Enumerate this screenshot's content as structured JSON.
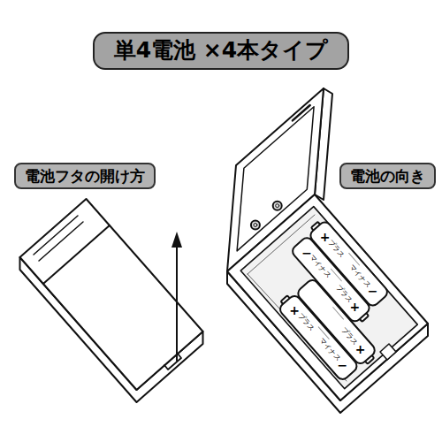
{
  "diagram": {
    "title": "単4電池 ×4本タイプ",
    "nodes": [
      {
        "text": [
          "電池フタの開け方"
        ]
      },
      {
        "text": [
          "電池の向き"
        ]
      }
    ],
    "labels": [
      "+",
      "プラス",
      "−",
      "マイナス",
      "+",
      "プラス",
      "−",
      "マイナス",
      "+",
      "プラス",
      "+",
      "プラス",
      "−",
      "マイナス"
    ]
  }
}
